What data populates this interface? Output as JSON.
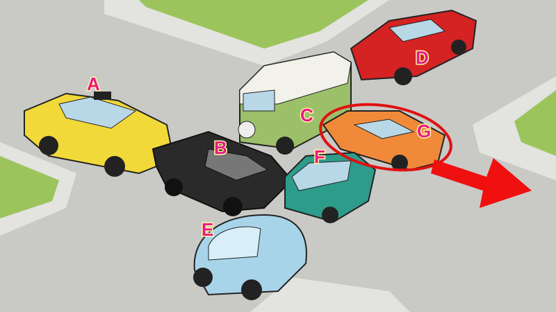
{
  "labels": {
    "a": "A",
    "b": "B",
    "c": "C",
    "d": "D",
    "e": "E",
    "f": "F",
    "g": "G"
  },
  "colors": {
    "road": "#c9c9c6",
    "sidewalk": "#e3e3e0",
    "grass": "#9cc45c",
    "taxi": "#f2d93a",
    "lambo": "#2a2a2a",
    "van": "#9cbf6a",
    "muscle": "#d52222",
    "beetle": "#a8d4ea",
    "mini": "#2e9c8a",
    "orange": "#f08a3a",
    "highlight": "#e01010",
    "arrow": "#f01010"
  }
}
